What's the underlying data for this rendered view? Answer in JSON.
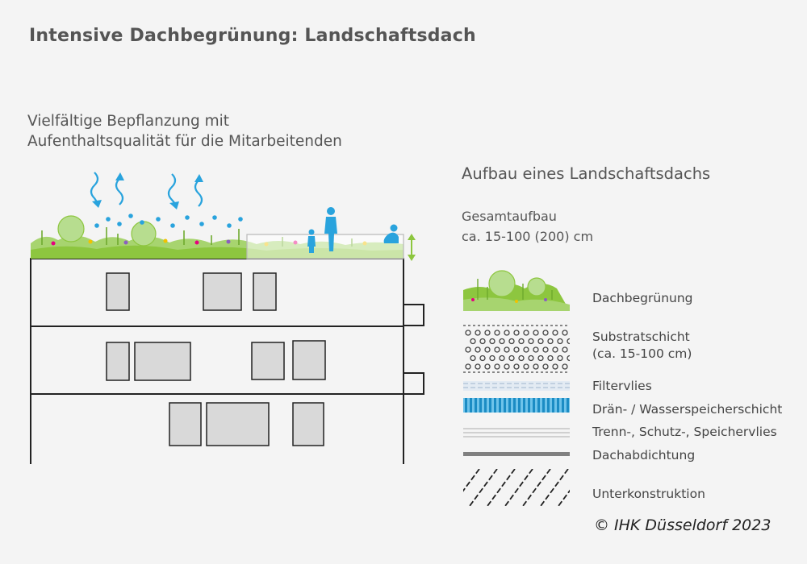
{
  "title": "Intensive Dachbegrünung: Landschaftsdach",
  "subtitle": {
    "line1": "Vielfältige Bepflanzung mit",
    "line2": "Aufenthaltsqualität für die Mitarbeitenden"
  },
  "legend": {
    "heading": "Aufbau eines Landschaftsdachs",
    "total": {
      "line1": "Gesamtaufbau",
      "line2": "ca. 15-100 (200) cm"
    },
    "layers": [
      {
        "label": "Dachbegrünung",
        "icon": "plants-icon",
        "color": "#8dc63f"
      },
      {
        "label": "Substratschicht",
        "sub": "(ca. 15-100 cm)",
        "icon": "substrate-icon",
        "color": "#444444"
      },
      {
        "label": "Filtervlies",
        "icon": "filter-fleece-icon",
        "color": "#c8d8e8"
      },
      {
        "label": "Drän- / Wasserspeicherschicht",
        "icon": "drainage-icon",
        "color": "#29a3dd"
      },
      {
        "label": "Trenn-, Schutz-, Speichervlies",
        "icon": "protection-fleece-icon",
        "color": "#bbbbbb"
      },
      {
        "label": "Dachabdichtung",
        "icon": "waterproofing-icon",
        "color": "#808080"
      },
      {
        "label": "Unterkonstruktion",
        "icon": "substructure-icon",
        "color": "#222222"
      }
    ]
  },
  "colors": {
    "green": "#8dc63f",
    "blue": "#29a3dd",
    "building": "#222222",
    "window": "#d9d9d9"
  },
  "credit": "© IHK Düsseldorf 2023"
}
